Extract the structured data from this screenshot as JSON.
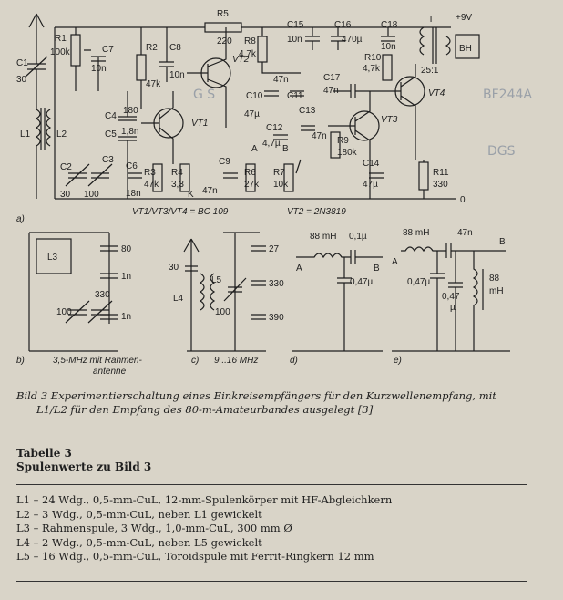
{
  "schematic_a": {
    "supply": "+9V",
    "ground": "0",
    "transistor_note": "VT1/VT3/VT4 = BC 109",
    "fet_note": "VT2 = 2N3819",
    "label": "a)",
    "labels": {
      "R5": "R5",
      "R5v": "220",
      "R1": "R1",
      "R1v": "100k",
      "C1": "C1",
      "C1v": "30",
      "C7": "C7",
      "C7v": "10n",
      "R2": "R2",
      "R2v": "47k",
      "C8": "C8",
      "C8v": "10n",
      "VT2": "VT2",
      "R8": "R8",
      "R8v": "4,7k",
      "C15": "C15",
      "C15v": "10n",
      "C16": "C16",
      "C16v": "470µ",
      "C18": "C18",
      "C18v": "10n",
      "T": "T",
      "BH": "BH",
      "ratio": "25:1",
      "R10": "R10",
      "R10v": "4,7k",
      "C17": "C17",
      "C17v": "47n",
      "VT4": "VT4",
      "C4": "C4",
      "C4v": "180",
      "C5": "C5",
      "C5v": "1,8n",
      "VT1": "VT1",
      "C10": "C10",
      "C10v": "47µ",
      "C11": "C11",
      "c11v": "47n",
      "C12": "C12",
      "C12v": "4,7µ",
      "C13": "C13",
      "C13v": "47n",
      "VT3": "VT3",
      "L1": "L1",
      "L2": "L2",
      "C3": "C3",
      "C6": "C6",
      "C6v": "18n",
      "C2": "C2",
      "C2v": "30",
      "C3v": "100",
      "R3": "R3",
      "R3v": "47k",
      "R4": "R4",
      "R4v": "3,3",
      "K": "K",
      "C9": "C9",
      "C9v": "47n",
      "R6": "R6",
      "R6v": "27k",
      "R7": "R7",
      "R7v": "10k",
      "A": "A",
      "B": "B",
      "R9": "R9",
      "R9v": "180k",
      "C14": "C14",
      "C14v": "47µ",
      "R11": "R11",
      "R11v": "330"
    }
  },
  "schematic_b": {
    "L3": "L3",
    "c80": "80",
    "c1n_a": "1n",
    "c330": "330",
    "c100": "100",
    "c1n_b": "1n",
    "label": "b)",
    "note": "3,5-MHz mit Rahmen-",
    "note2": "antenne"
  },
  "schematic_c": {
    "c30": "30",
    "c27": "27",
    "c330": "330",
    "c390": "390",
    "L4": "L4",
    "L5": "L5",
    "c100": "100",
    "label": "c)",
    "note": "9...16 MHz"
  },
  "schematic_d": {
    "L": "88 mH",
    "C1": "0,1µ",
    "C2": "0,47µ",
    "A": "A",
    "B": "B",
    "label": "d)"
  },
  "schematic_e": {
    "L": "88 mH",
    "C1": "47n",
    "C2": "0,47µ",
    "C3": "0,47",
    "C3u": "µ",
    "L2": "88",
    "L2u": "mH",
    "A": "A",
    "B": "B",
    "label": "e)"
  },
  "handwriting": {
    "h1": "BF244A",
    "h2": "DGS",
    "h3": "G S"
  },
  "caption": {
    "line1": "Bild 3 Experimentierschaltung eines Einkreisempfängers für den Kurzwellenempfang, mit",
    "line2": "L1/L2 für den Empfang des 80-m-Amateurbandes ausgelegt [3]"
  },
  "table": {
    "title": "Tabelle 3",
    "subtitle": "Spulenwerte zu Bild 3",
    "rows": [
      "L1 – 24 Wdg., 0,5-mm-CuL, 12-mm-Spulenkörper mit HF-Abgleichkern",
      "L2 – 3 Wdg., 0,5-mm-CuL, neben L1 gewickelt",
      "L3 – Rahmenspule, 3 Wdg., 1,0-mm-CuL, 300 mm Ø",
      "L4 – 2 Wdg., 0,5-mm-CuL, neben L5 gewickelt",
      "L5 – 16 Wdg., 0,5-mm-CuL, Toroidspule mit Ferrit-Ringkern 12 mm"
    ]
  }
}
